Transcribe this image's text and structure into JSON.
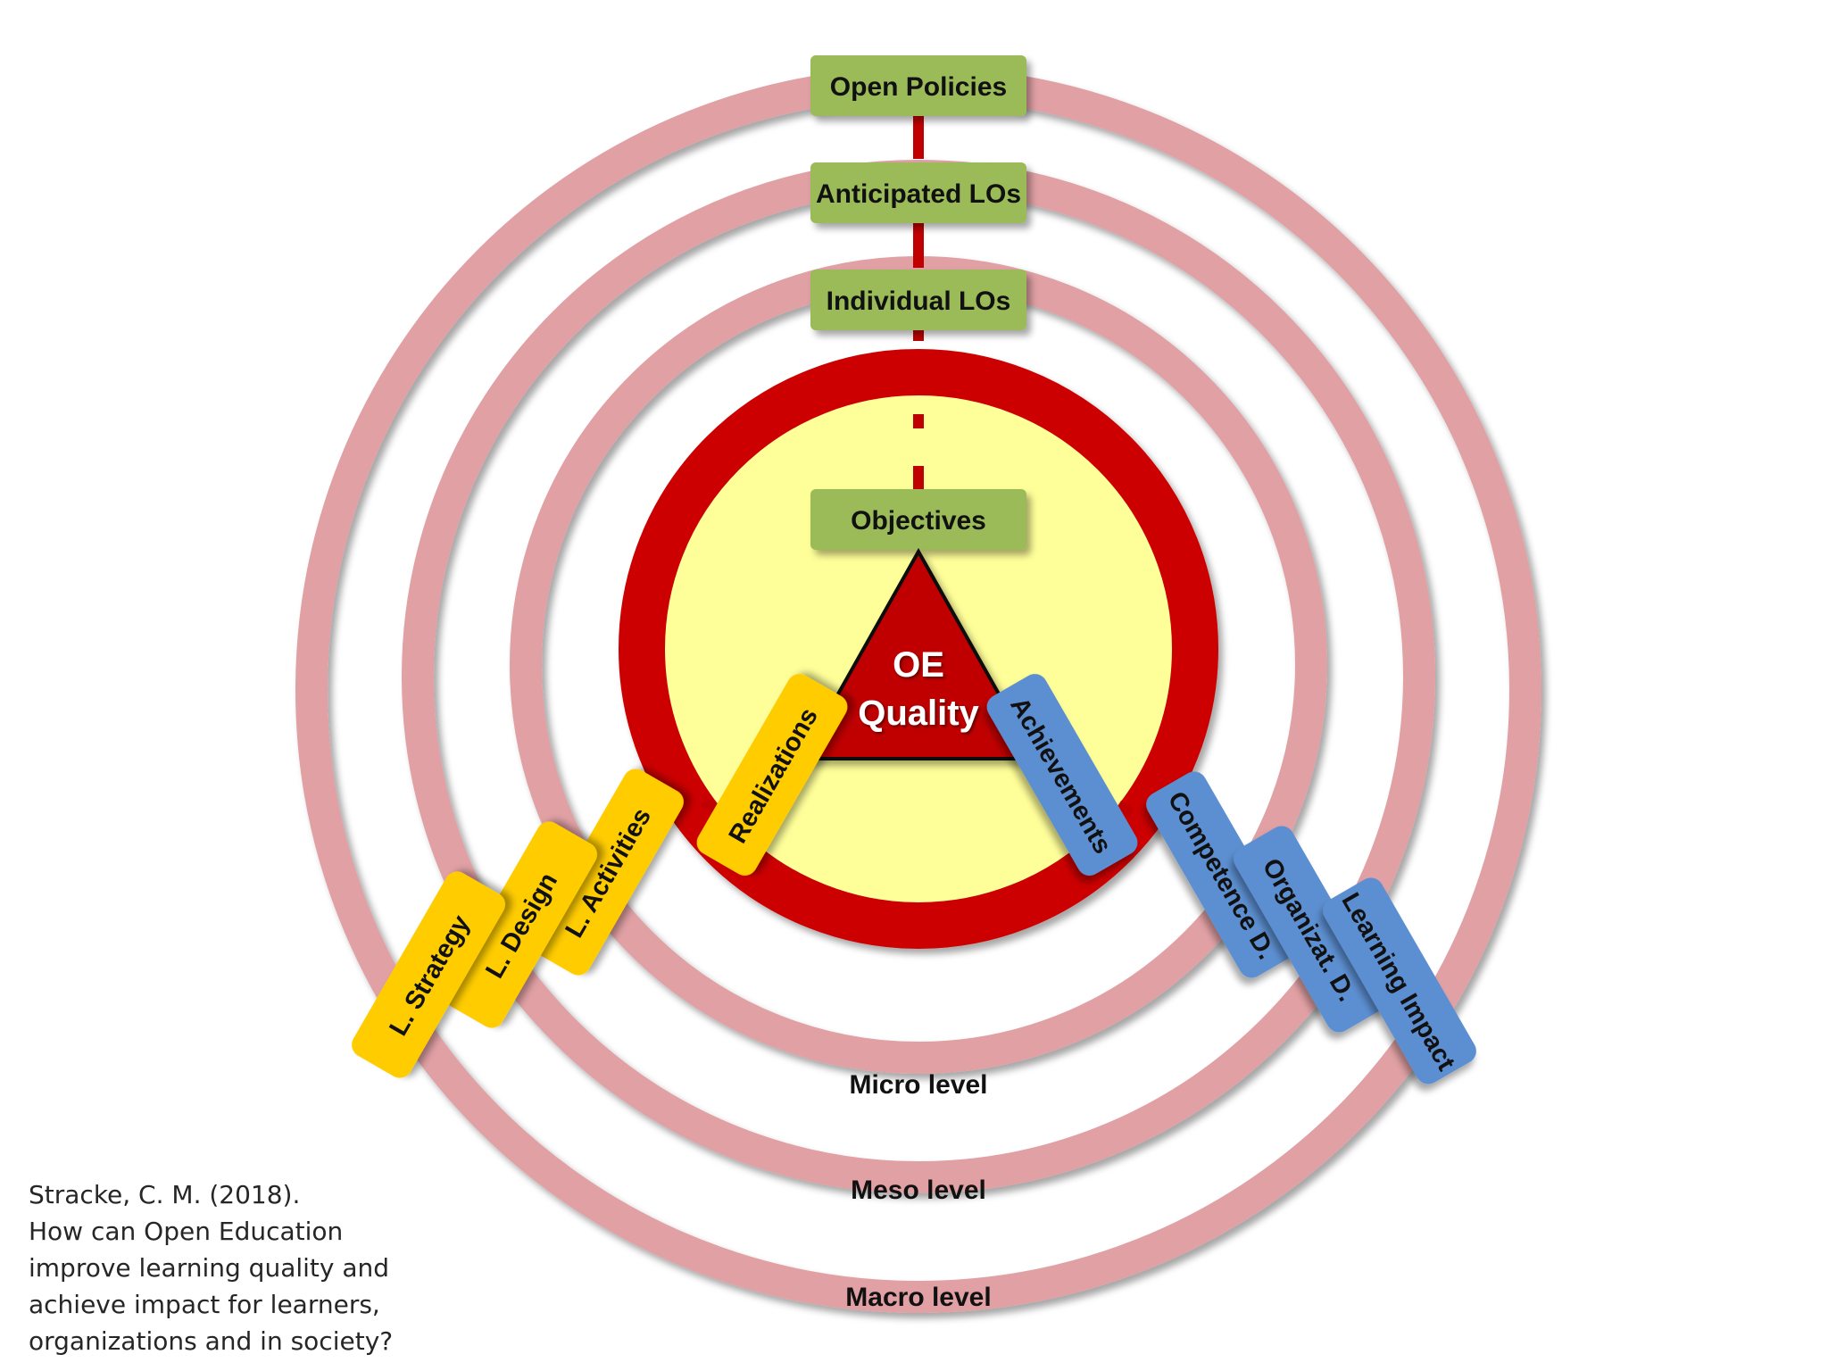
{
  "colors": {
    "outer_ring": "#e0a0a4",
    "inner_ring": "#cc0000",
    "center_fill": "#ffff99",
    "connector": "#c00000",
    "green_box": "#9bbb59",
    "yellow_box": "#ffcc00",
    "blue_box": "#5b8fd1",
    "triangle": "#c00000"
  },
  "center": {
    "line1": "OE",
    "line2": "Quality"
  },
  "objectives": "Objectives",
  "inner_left": "Realizations",
  "inner_right": "Achievements",
  "levels": [
    {
      "name": "Micro level",
      "top_label": "Individual LOs",
      "left_label": "L. Activities",
      "right_label": "Competence D."
    },
    {
      "name": "Meso level",
      "top_label": "Anticipated LOs",
      "left_label": "L. Design",
      "right_label": "Organizat. D."
    },
    {
      "name": "Macro level",
      "top_label": "Open Policies",
      "left_label": "L. Strategy",
      "right_label": "Learning Impact"
    }
  ],
  "citation": [
    "Stracke, C. M. (2018).",
    "How can Open Education",
    "improve learning quality and",
    "achieve impact for learners,",
    "organizations and in society?"
  ]
}
